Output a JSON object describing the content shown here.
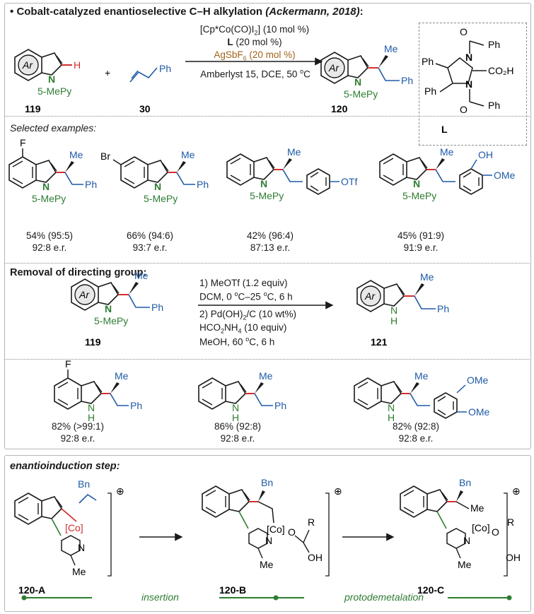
{
  "heading": "Cobalt-catalyzed enantioselective C–H alkylation",
  "citation": "(Ackermann, 2018)",
  "heading_colon": ":",
  "bullet": "•",
  "colors": {
    "blue": "#1f5aa6",
    "green": "#2e7d32",
    "red": "#d32f2f",
    "brown": "#a0621a"
  },
  "scheme1": {
    "ar": "Ar",
    "h": "H",
    "n": "N",
    "dg": "5-MePy",
    "plus": "+",
    "ph": "Ph",
    "me": "Me",
    "cond1_a": "[Cp*Co(CO)I",
    "cond1_b": "2",
    "cond1_c": "] (10 mol %)",
    "cond2_a": "L",
    "cond2_b": " (20 mol %)",
    "cond3_a": "AgSbF",
    "cond3_b": "6",
    "cond3_c": " (20 mol %)",
    "cond4_a": "Amberlyst 15, DCE, 50 ",
    "cond4_b": "o",
    "cond4_c": "C",
    "label_sm": "119",
    "label_alkene": "30",
    "label_prod": "120",
    "ligand_label": "L",
    "ligand_co2h": "CO₂H",
    "ligand_ph": "Ph",
    "ligand_o": "O",
    "ligand_n": "N"
  },
  "selected_title": "Selected examples:",
  "examples": [
    {
      "sub": "F",
      "yield": "54% (95:5)",
      "er": "92:8 e.r."
    },
    {
      "sub": "Br",
      "yield": "66% (94:6)",
      "er": "93:7 e.r."
    },
    {
      "sub": "OTf",
      "yield": "42% (96:4)",
      "er": "87:13 e.r."
    },
    {
      "sub": "OH / OMe",
      "yield": "45% (91:9)",
      "er": "91:9 e.r."
    }
  ],
  "removal_title": "Removal of directing group:",
  "removal": {
    "step1": "1) MeOTf (1.2 equiv)",
    "step2_a": "DCM, 0 ",
    "step2_b": "o",
    "step2_c": "C–25 ",
    "step2_d": "o",
    "step2_e": "C, 6 h",
    "step3_a": "2) Pd(OH)",
    "step3_b": "2",
    "step3_c": "/C (10 wt%)",
    "step4_a": "HCO",
    "step4_b": "2",
    "step4_c": "NH",
    "step4_d": "4",
    "step4_e": " (10 equiv)",
    "step5_a": "MeOH, 60 ",
    "step5_b": "o",
    "step5_c": "C, 6 h",
    "label_sm": "119",
    "label_prod": "121",
    "nh": "N",
    "h": "H"
  },
  "removal_examples": [
    {
      "yield": "82% (>99:1)",
      "er": "92:8 e.r."
    },
    {
      "yield": "86% (92:8)",
      "er": "92:8 e.r."
    },
    {
      "yield": "82% (92:8)",
      "er": "92:8 e.r."
    }
  ],
  "ome": "OMe",
  "oh": "OH",
  "f": "F",
  "br": "Br",
  "otf": "OTf",
  "enantio_title": "enantioinduction step:",
  "mech": {
    "bn": "Bn",
    "co": "[Co]",
    "plus_charge": "⊕",
    "r": "R",
    "o": "O",
    "oh": "OH",
    "me": "Me",
    "label_a": "120-A",
    "label_b": "120-B",
    "label_c": "120-C",
    "insertion": "insertion",
    "protodemetalation": "protodemetalation"
  }
}
